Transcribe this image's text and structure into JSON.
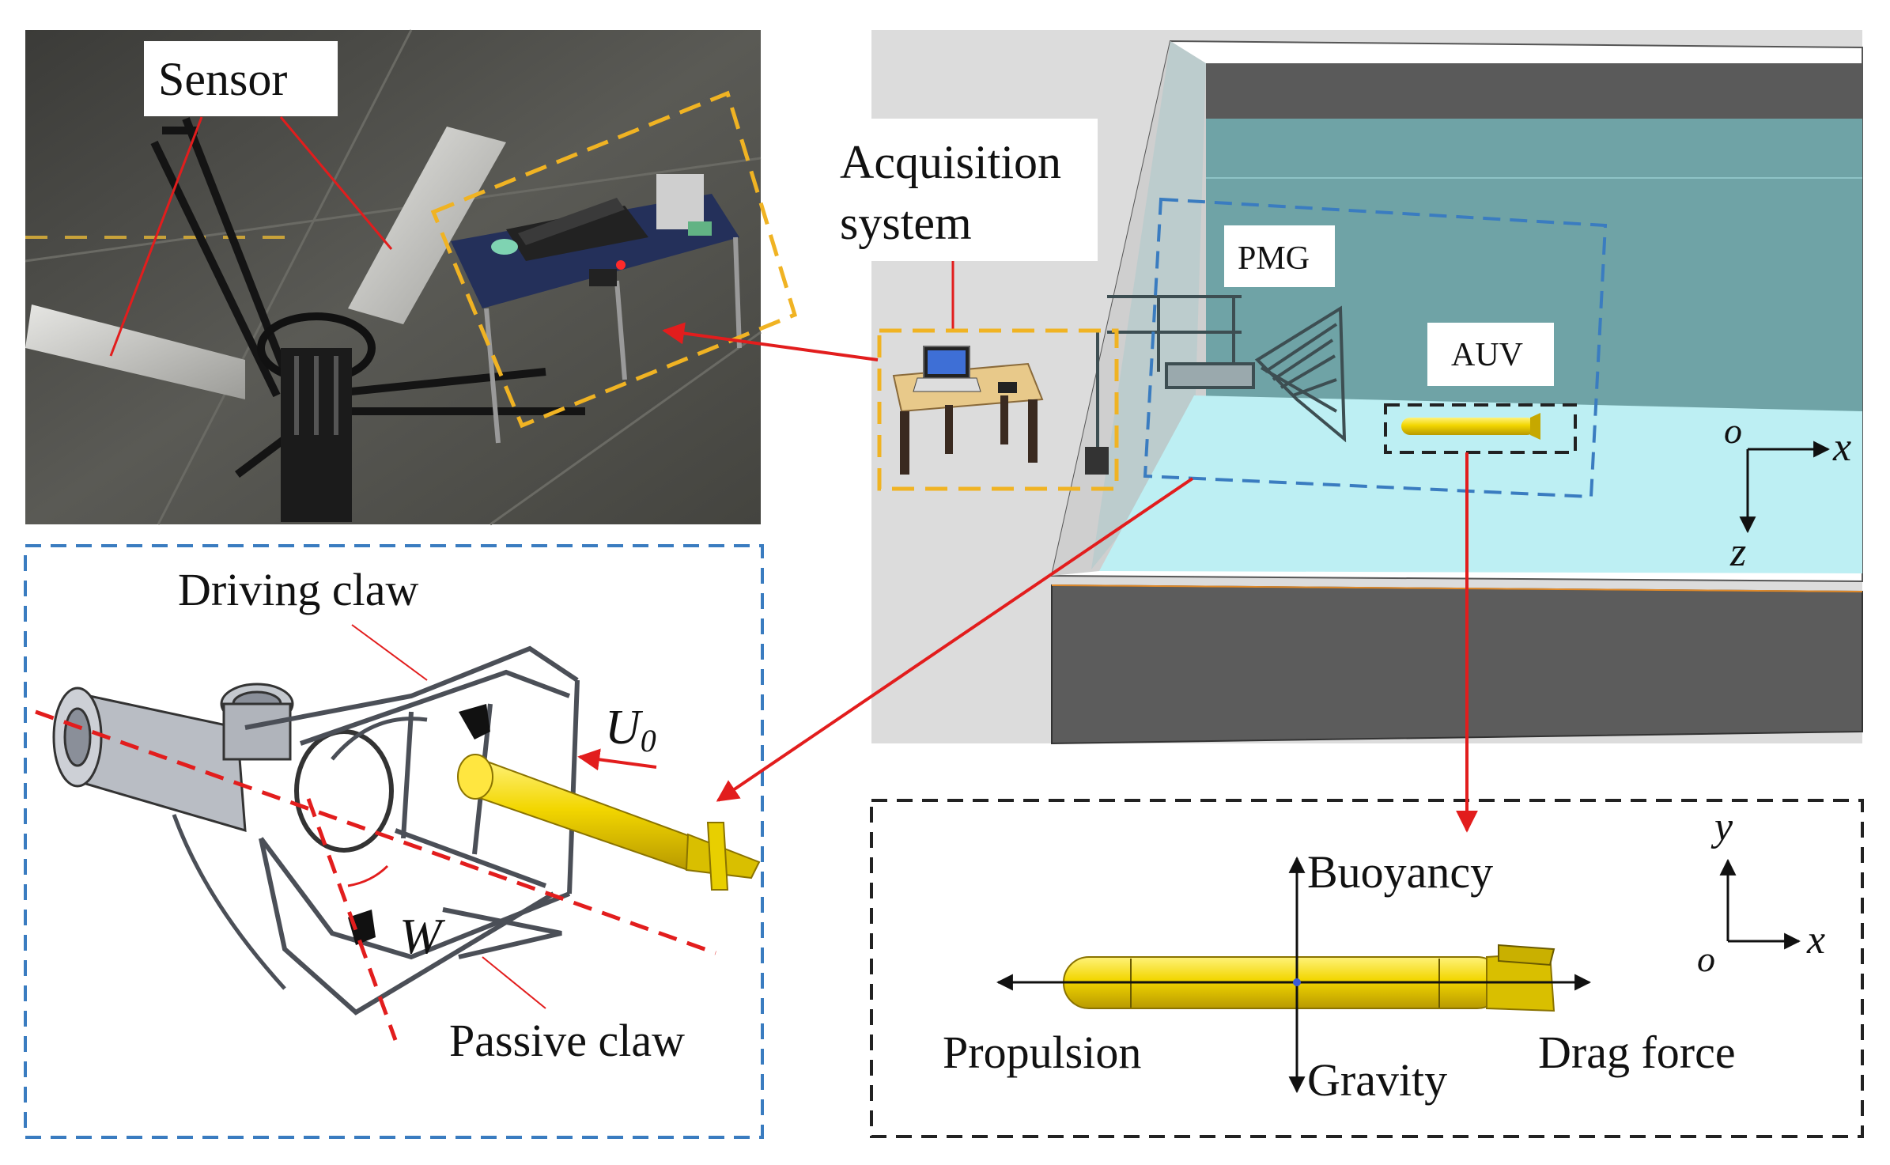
{
  "labels": {
    "sensor": "Sensor",
    "acquisition_line1": "Acquisition",
    "acquisition_line2": "system",
    "pmg": "PMG",
    "auv": "AUV",
    "driving_claw": "Driving claw",
    "passive_claw": "Passive claw",
    "u0_main": "U",
    "u0_sub": "0",
    "w": "W",
    "buoyancy": "Buoyancy",
    "gravity": "Gravity",
    "propulsion": "Propulsion",
    "drag_force": "Drag force"
  },
  "axes_tank": {
    "origin": "o",
    "x": "x",
    "z": "z"
  },
  "axes_force": {
    "origin": "o",
    "x": "x",
    "y": "y"
  },
  "colors": {
    "orange_dash": "#f0b323",
    "blue_dash": "#3a7cc0",
    "black_dash": "#222222",
    "red_arrow": "#e21d1d",
    "auv_yellow": "#f2d600",
    "water_light": "#bdeff3",
    "water_wall": "#6fa3a6"
  }
}
